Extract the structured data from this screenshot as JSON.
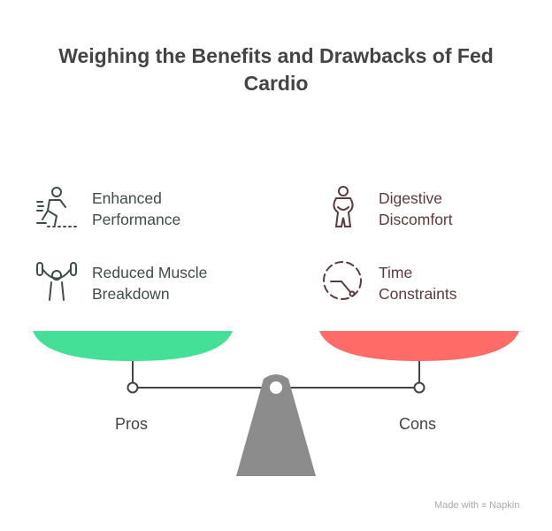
{
  "title": "Weighing the Benefits and Drawbacks of Fed Cardio",
  "pros": {
    "label": "Pros",
    "color": "#45e098",
    "items": [
      {
        "text_line1": "Enhanced",
        "text_line2": "Performance",
        "icon": "running-person-icon"
      },
      {
        "text_line1": "Reduced Muscle",
        "text_line2": "Breakdown",
        "icon": "weightlifter-icon"
      }
    ]
  },
  "cons": {
    "label": "Cons",
    "color": "#ff6b66",
    "items": [
      {
        "text_line1": "Digestive",
        "text_line2": "Discomfort",
        "icon": "stomach-ache-person-icon"
      },
      {
        "text_line1": "Time",
        "text_line2": "Constraints",
        "icon": "clock-icon"
      }
    ]
  },
  "footer": {
    "text": "Made with",
    "brand": "Napkin"
  }
}
